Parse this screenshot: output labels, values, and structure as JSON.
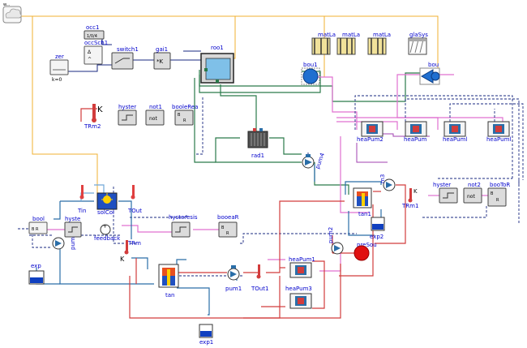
{
  "labels": {
    "weather": "w...",
    "occ1": "occ1",
    "occ1_value": "1/0/4",
    "occSch1": "occSch1",
    "switch1": "switch1",
    "gai1": "gai1",
    "gai1_symbol": "*K",
    "roo1": "roo1",
    "zer": "zer",
    "zer_k": "k=0",
    "matLa1": "matLa",
    "matLa2": "matLa",
    "matLa3": "matLa",
    "glaSys": "glaSys",
    "bou1": "bou1",
    "bou": "bou",
    "TRm2": "TRm2",
    "TRm2_K": "K",
    "hyster_top": "hyster",
    "not1": "not1",
    "not1_inner": "not",
    "booleRea": "booleRea",
    "rad1": "rad1",
    "pum4": "pum4",
    "heaPum2": "heaPum2",
    "heaPum_a": "heaPum",
    "heaPuml_a": "heaPuml",
    "heaPuml_b": "heaPuml",
    "m3": "m3",
    "tan1": "tan1",
    "TRm1": "TRm1",
    "TRm1_K": "K",
    "hyster_right": "hyster",
    "not2": "not2",
    "not2_inner": "not",
    "booToR": "booToR",
    "Tin": "Tin",
    "solCol": "solCol",
    "TOut": "TOut",
    "bool": "bool",
    "hyste": "hyste",
    "feedback": "feedback",
    "hysteresis": "hysteresis",
    "booeaR": "booeaR",
    "pum": "pum",
    "TRm": "TRm",
    "TRm_K": "K",
    "exp": "exp",
    "tan": "tan",
    "pum1": "pum1",
    "TOut1": "TOut1",
    "heaPum1": "heaPum1",
    "heaPum3": "heaPum3",
    "pum2": "pum2",
    "preSou": "preSou",
    "exp2": "exp2",
    "exp1": "exp1",
    "plus": "+",
    "minus": "−"
  },
  "colors": {
    "water_blue": "#2a6ea8",
    "water_red": "#d23c3c",
    "air_green": "#2a7a4a",
    "signal_orange": "#f0b030",
    "signal_pink": "#e070d0",
    "signal_navy": "#1a2a80",
    "label_blue": "#0000cc",
    "source_red": "#e01010",
    "exp_blue": "#1040c0",
    "bou_blue": "#1870d0"
  }
}
